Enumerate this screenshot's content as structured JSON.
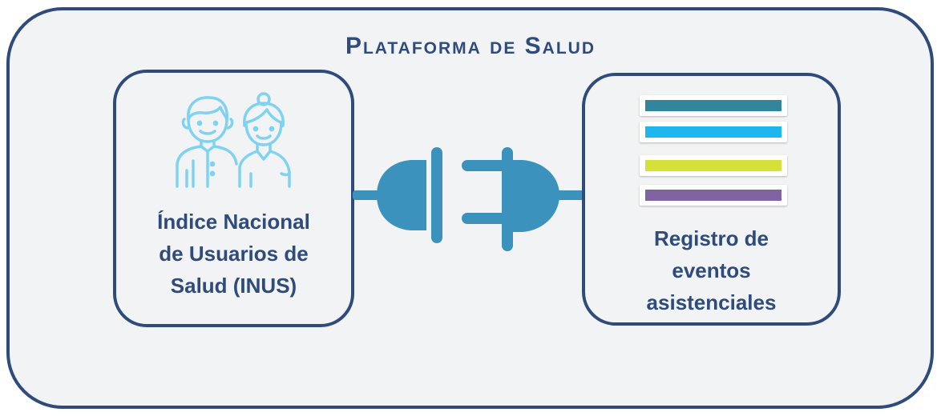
{
  "diagram": {
    "title": "Plataforma de Salud",
    "left_box": {
      "label_lines": [
        "Índice Nacional",
        "de Usuarios de",
        "Salud (INUS)"
      ],
      "icon": "users-couple-icon"
    },
    "right_box": {
      "label_lines": [
        "Registro de",
        "eventos",
        "asistenciales"
      ],
      "icon": "stacked-layers-icon",
      "layer_colors": [
        "#31859c",
        "#1fb5ee",
        "#d4e139",
        "#8064a2"
      ]
    },
    "connector_icon": "plug-socket-icon",
    "colors": {
      "border": "#2f4b7c",
      "background": "#f2f3f4",
      "icon_light_blue": "#7fd3f0",
      "plug_blue": "#3b93bd"
    }
  }
}
